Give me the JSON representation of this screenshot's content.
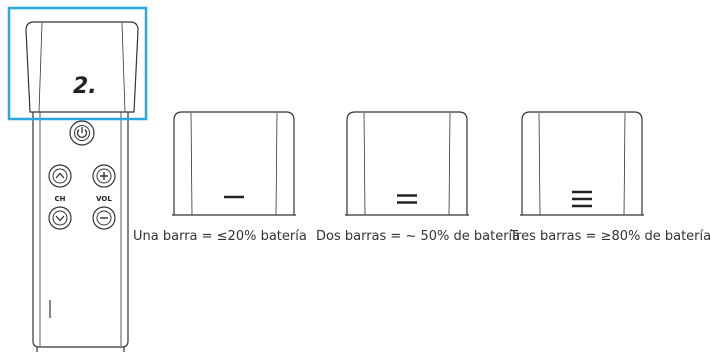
{
  "remote": {
    "display_digit": "2.",
    "channel_label": "CH",
    "volume_label": "VOL",
    "highlight_color": "#29a8e0"
  },
  "indicators": [
    {
      "bars": 1,
      "caption": "Una barra = ≤20% batería"
    },
    {
      "bars": 2,
      "caption": "Dos barras = ~ 50% de batería"
    },
    {
      "bars": 3,
      "caption": "Tres barras = ≥80% de batería"
    }
  ]
}
